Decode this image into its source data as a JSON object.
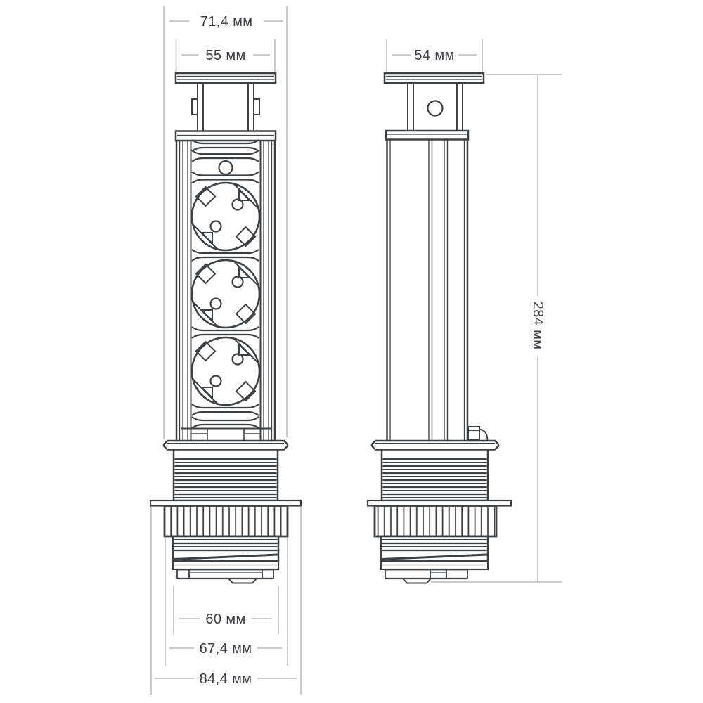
{
  "drawing": {
    "type": "technical-dimension-drawing",
    "background": "#ffffff",
    "outline_color": "#3e4144",
    "dimension_line_color": "#c3c4c6",
    "text_color": "#3a3d42",
    "views": {
      "front": {
        "label": "front-view",
        "socket_count": 3
      },
      "side": {
        "label": "side-view"
      }
    },
    "dimensions": {
      "flange_width": "71,4 мм",
      "cap_width_front": "55 мм",
      "cap_width_side": "54 мм",
      "total_height": "284 мм",
      "base_width": "60 мм",
      "collar_width": "67,4 мм",
      "washer_width": "84,4 мм"
    }
  }
}
